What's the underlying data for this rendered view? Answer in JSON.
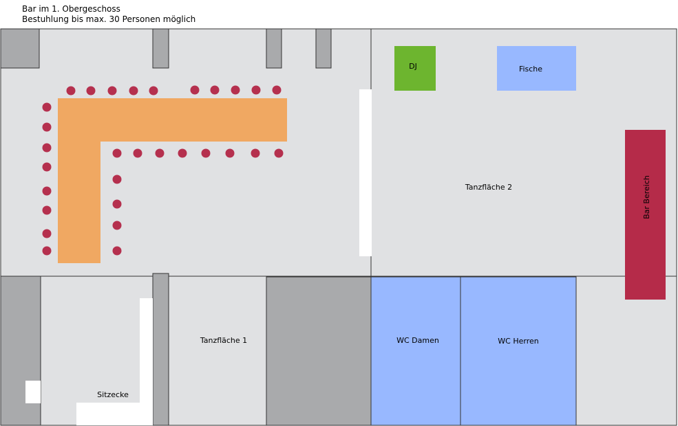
{
  "header": {
    "line1": "Bar im 1. Obergeschoss",
    "line2": "Bestuhlung bis max. 30 Personen möglich"
  },
  "rooms": {
    "dj": "DJ",
    "fische": "Fische",
    "tanzflaeche2": "Tanzfläche 2",
    "bar_bereich": "Bar Bereich",
    "tanzflaeche1": "Tanzfläche 1",
    "sitzecke": "Sitzecke",
    "wc_damen": "WC Damen",
    "wc_herren": "WC Herren"
  },
  "colors": {
    "floor": "#e0e1e3",
    "pillar": "#a9aaac",
    "table": "#f0a862",
    "seat": "#b5304e",
    "dj": "#6db52f",
    "blue": "#98b8ff",
    "bar": "#b52b49",
    "outline": "#333333"
  }
}
